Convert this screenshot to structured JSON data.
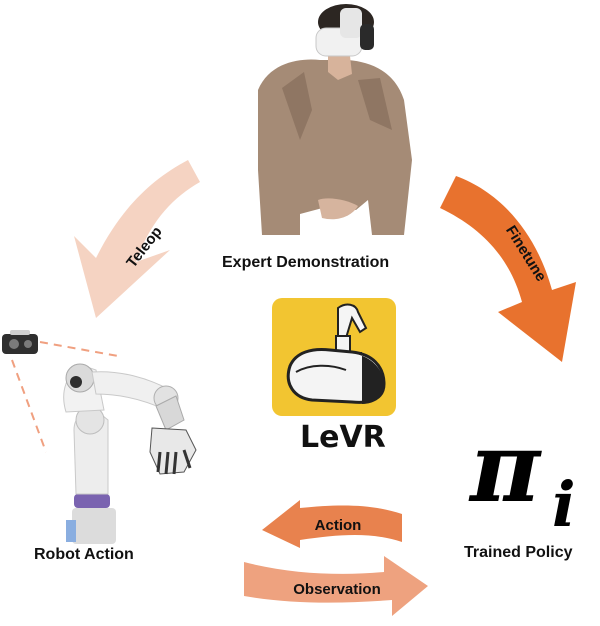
{
  "labels": {
    "expert": "Expert Demonstration",
    "robot": "Robot Action",
    "policy": "Trained Policy",
    "center": "LeVR",
    "pi_main": "π",
    "pi_sub": "i"
  },
  "arrows": {
    "teleop": "Teleop",
    "finetune": "Finetune",
    "action": "Action",
    "observation": "Observation"
  },
  "colors": {
    "teleop": "#f5d3c2",
    "finetune": "#e8722e",
    "action": "#e8824e",
    "observation": "#eea27f",
    "logo_bg": "#f2c531",
    "dashed": "#f0a080"
  }
}
